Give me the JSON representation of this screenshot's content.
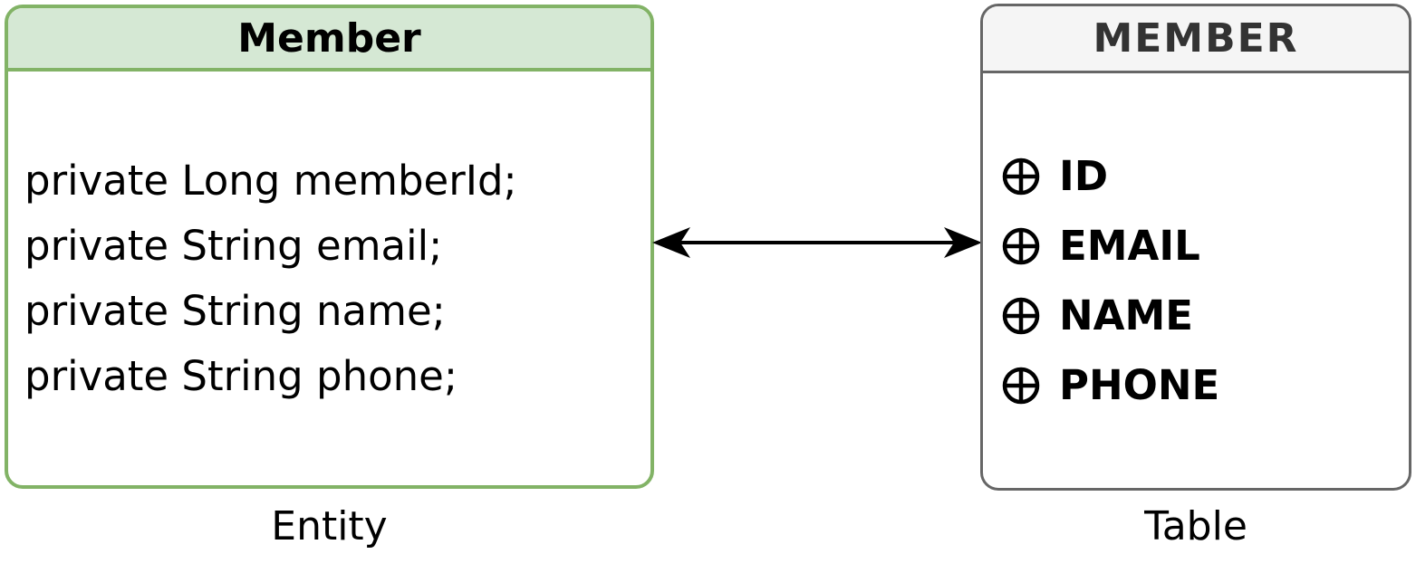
{
  "diagram": {
    "entity": {
      "title": "Member",
      "fields": [
        "private Long memberId;",
        "private String email;",
        "private String name;",
        "private String phone;"
      ],
      "caption": "Entity",
      "header_fill": "#d5e8d4",
      "border_color": "#82b366"
    },
    "table": {
      "title": "MEMBER",
      "columns": [
        "ID",
        "EMAIL",
        "NAME",
        "PHONE"
      ],
      "column_icon": "circled-plus-icon",
      "caption": "Table",
      "header_fill": "#f5f5f5",
      "border_color": "#666666"
    },
    "arrow": {
      "type": "double-headed",
      "color": "#000000"
    }
  }
}
